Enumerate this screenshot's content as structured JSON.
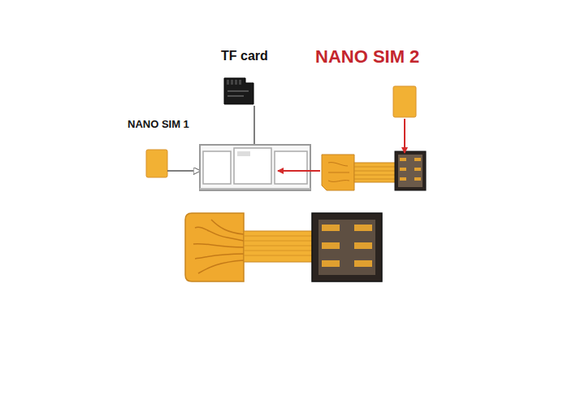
{
  "diagram": {
    "labels": [
      "TF card",
      "NANO SIM 2",
      "NANO SIM 1"
    ]
  }
}
